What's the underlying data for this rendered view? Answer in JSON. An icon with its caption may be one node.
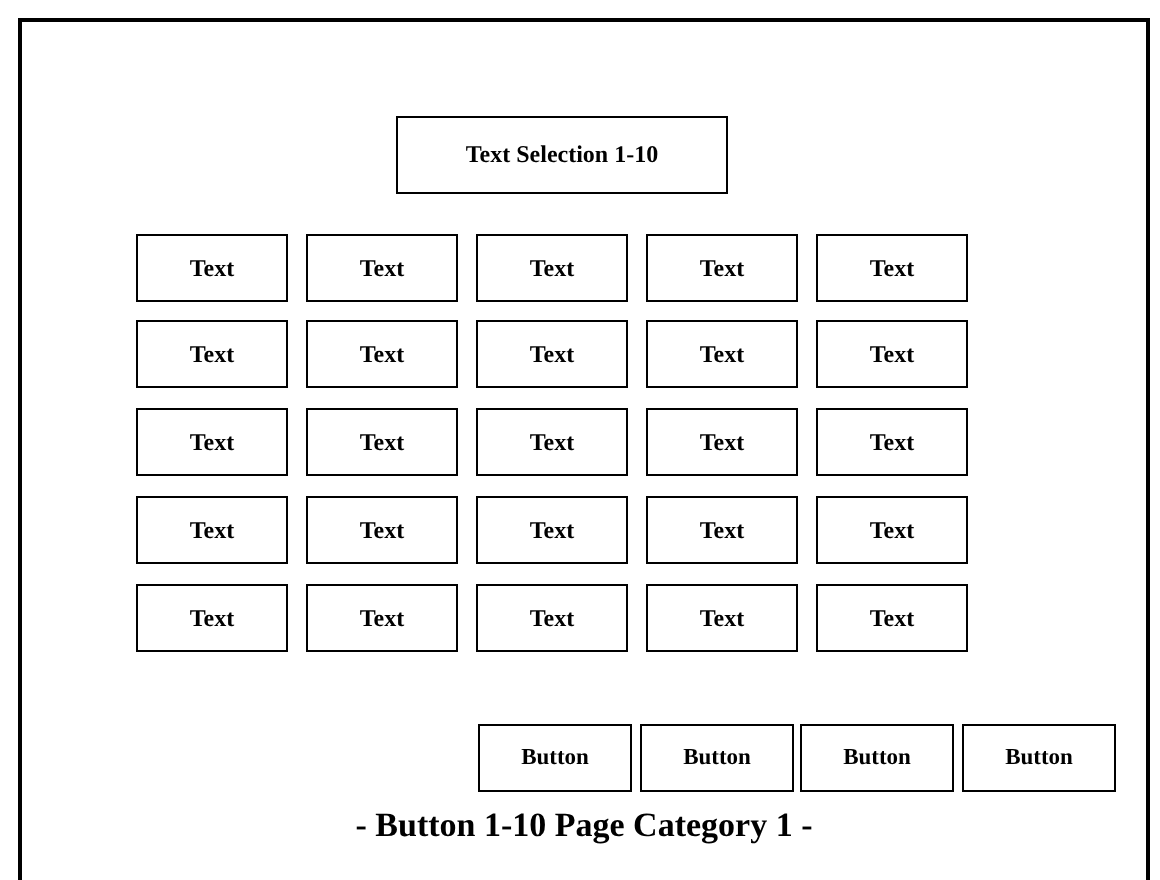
{
  "diagram": {
    "nodes": [
      {
        "text": [
          "- Button 1-10 Page Category 1 -"
        ]
      },
      {
        "text": [
          "Text Selection 1-10"
        ],
        "in": 0
      },
      {
        "text": [
          "Text"
        ],
        "in": 0
      },
      {
        "text": [
          "Text"
        ],
        "in": 0
      },
      {
        "text": [
          "Text"
        ],
        "in": 0
      },
      {
        "text": [
          "Text"
        ],
        "in": 0
      },
      {
        "text": [
          "Text"
        ],
        "in": 0
      },
      {
        "text": [
          "Text"
        ],
        "in": 0
      },
      {
        "text": [
          "Text"
        ],
        "in": 0
      },
      {
        "text": [
          "Text"
        ],
        "in": 0
      },
      {
        "text": [
          "Text"
        ],
        "in": 0
      },
      {
        "text": [
          "Text"
        ],
        "in": 0
      },
      {
        "text": [
          "Text"
        ],
        "in": 0
      },
      {
        "text": [
          "Text"
        ],
        "in": 0
      },
      {
        "text": [
          "Text"
        ],
        "in": 0
      },
      {
        "text": [
          "Text"
        ],
        "in": 0
      },
      {
        "text": [
          "Text"
        ],
        "in": 0
      },
      {
        "text": [
          "Text"
        ],
        "in": 0
      },
      {
        "text": [
          "Text"
        ],
        "in": 0
      },
      {
        "text": [
          "Text"
        ],
        "in": 0
      },
      {
        "text": [
          "Text"
        ],
        "in": 0
      },
      {
        "text": [
          "Text"
        ],
        "in": 0
      },
      {
        "text": [
          "Text"
        ],
        "in": 0
      },
      {
        "text": [
          "Text"
        ],
        "in": 0
      },
      {
        "text": [
          "Text"
        ],
        "in": 0
      },
      {
        "text": [
          "Text"
        ],
        "in": 0
      },
      {
        "text": [
          "Text"
        ],
        "in": 0
      },
      {
        "text": [
          "Button"
        ],
        "in": 0
      },
      {
        "text": [
          "Button"
        ],
        "in": 0
      },
      {
        "text": [
          "Button"
        ],
        "in": 0
      },
      {
        "text": [
          "Button"
        ],
        "in": 0
      }
    ]
  }
}
